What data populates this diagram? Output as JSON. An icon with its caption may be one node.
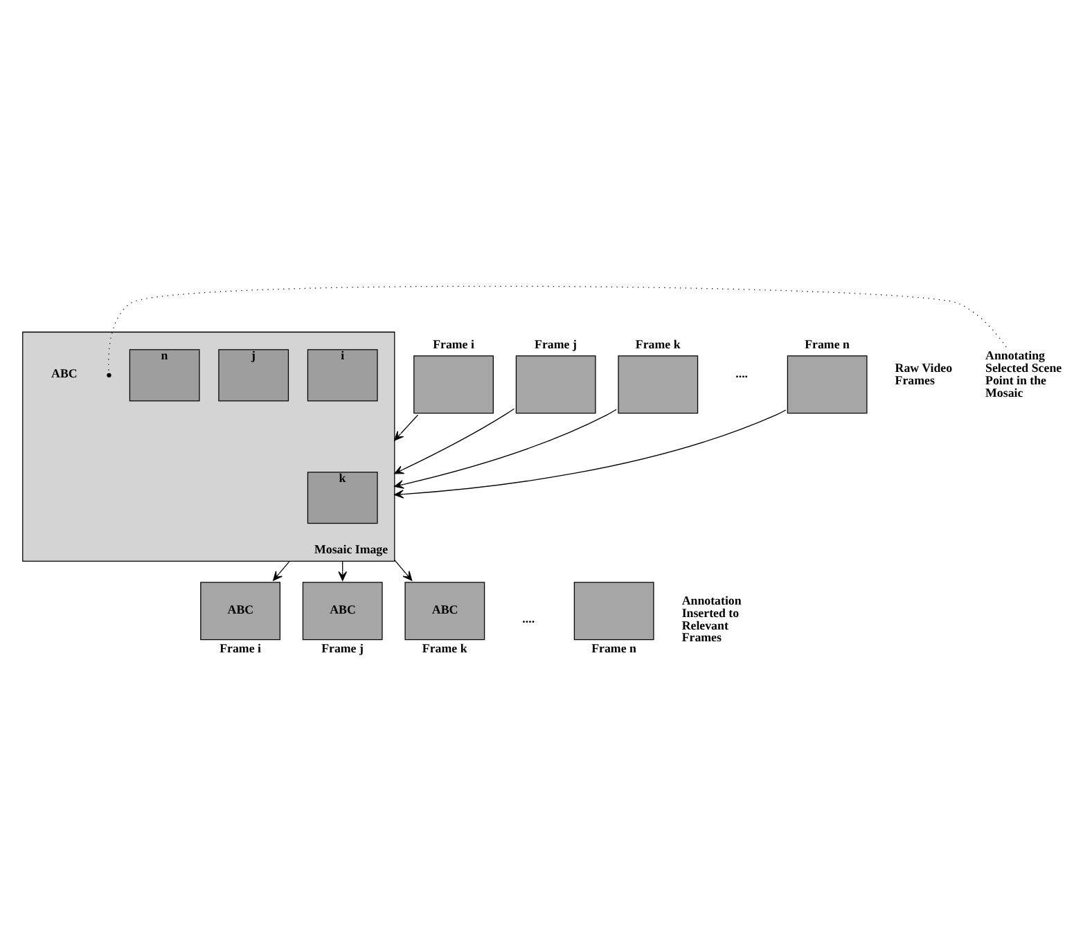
{
  "diagram": {
    "nodes": [
      {
        "text": [],
        "shape": "box",
        "beside": [
          "Frame i"
        ]
      },
      {
        "text": [],
        "shape": "box",
        "beside": [
          "Frame j"
        ]
      },
      {
        "text": [],
        "shape": "box",
        "beside": [
          "Frame k"
        ]
      },
      {
        "text": [],
        "shape": "box",
        "beside": [
          "Frame n"
        ]
      },
      {
        "text": [
          "Mosaic Image"
        ]
      },
      {
        "text": [
          "i"
        ],
        "in": 4
      },
      {
        "text": [
          "j"
        ],
        "in": 4
      },
      {
        "text": [
          "k"
        ],
        "in": 4
      },
      {
        "text": [
          "n"
        ],
        "in": 4
      },
      {
        "text": [
          "Annotating Selected Scene Point in the Mosaic"
        ]
      },
      {
        "text": [],
        "shape": "circle",
        "in": 4
      },
      {
        "text": [
          "ABC"
        ],
        "beside": [
          "Frame i"
        ]
      },
      {
        "text": [
          "ABC"
        ],
        "beside": [
          "Frame j"
        ]
      },
      {
        "text": [
          "ABC"
        ],
        "beside": [
          "Frame k"
        ]
      },
      {
        "text": [],
        "shape": "box",
        "beside": [
          "Frame n"
        ]
      }
    ],
    "edges": [
      {
        "from": 0,
        "to": 4,
        "arrow": "to"
      },
      {
        "from": 1,
        "to": 4,
        "arrow": "to"
      },
      {
        "from": 2,
        "to": 4,
        "arrow": "to"
      },
      {
        "from": 3,
        "to": 4,
        "arrow": "to"
      },
      {
        "from": 9,
        "to": 10,
        "arrow": "none",
        "style": "dashed"
      },
      {
        "from": 4,
        "to": 11,
        "arrow": "to"
      },
      {
        "from": 4,
        "to": 12,
        "arrow": "to"
      },
      {
        "from": 4,
        "to": 13,
        "arrow": "to"
      }
    ],
    "labels": [
      "Raw Video Frames",
      "....",
      "ABC",
      "....",
      "Annotation Inserted to Relevant Frames"
    ]
  }
}
